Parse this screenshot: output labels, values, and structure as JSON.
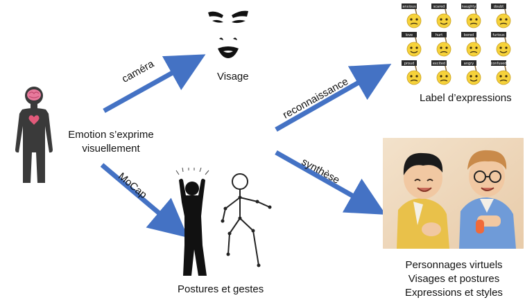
{
  "center_label": [
    "Emotion s’exprime",
    "visuellement"
  ],
  "arrows": {
    "camera": "caméra",
    "mocap": "MoCap",
    "reconnaissance": "reconnaissance",
    "synthese": "synthèse"
  },
  "face_label": "Visage",
  "postures_label": "Postures et gestes",
  "expressions_label": "Label d’expressions",
  "characters_label": [
    "Personnages virtuels",
    "Visages et postures",
    "Expressions et styles"
  ],
  "emoji_tags": [
    "anxious",
    "scared",
    "naughty",
    "doubt",
    "love",
    "hurt",
    "bored",
    "furious",
    "proud",
    "excited",
    "angry",
    "confused"
  ],
  "colors": {
    "arrow": "#4472c4",
    "figure": "#3a3a3a",
    "heart": "#e25a7a",
    "brain": "#e87a9c"
  },
  "icons": [
    "human-figure-icon",
    "face-silhouette-icon",
    "posture-silhouette-icon",
    "skeleton-icon",
    "emoji-grid-icon",
    "virtual-characters-image"
  ]
}
